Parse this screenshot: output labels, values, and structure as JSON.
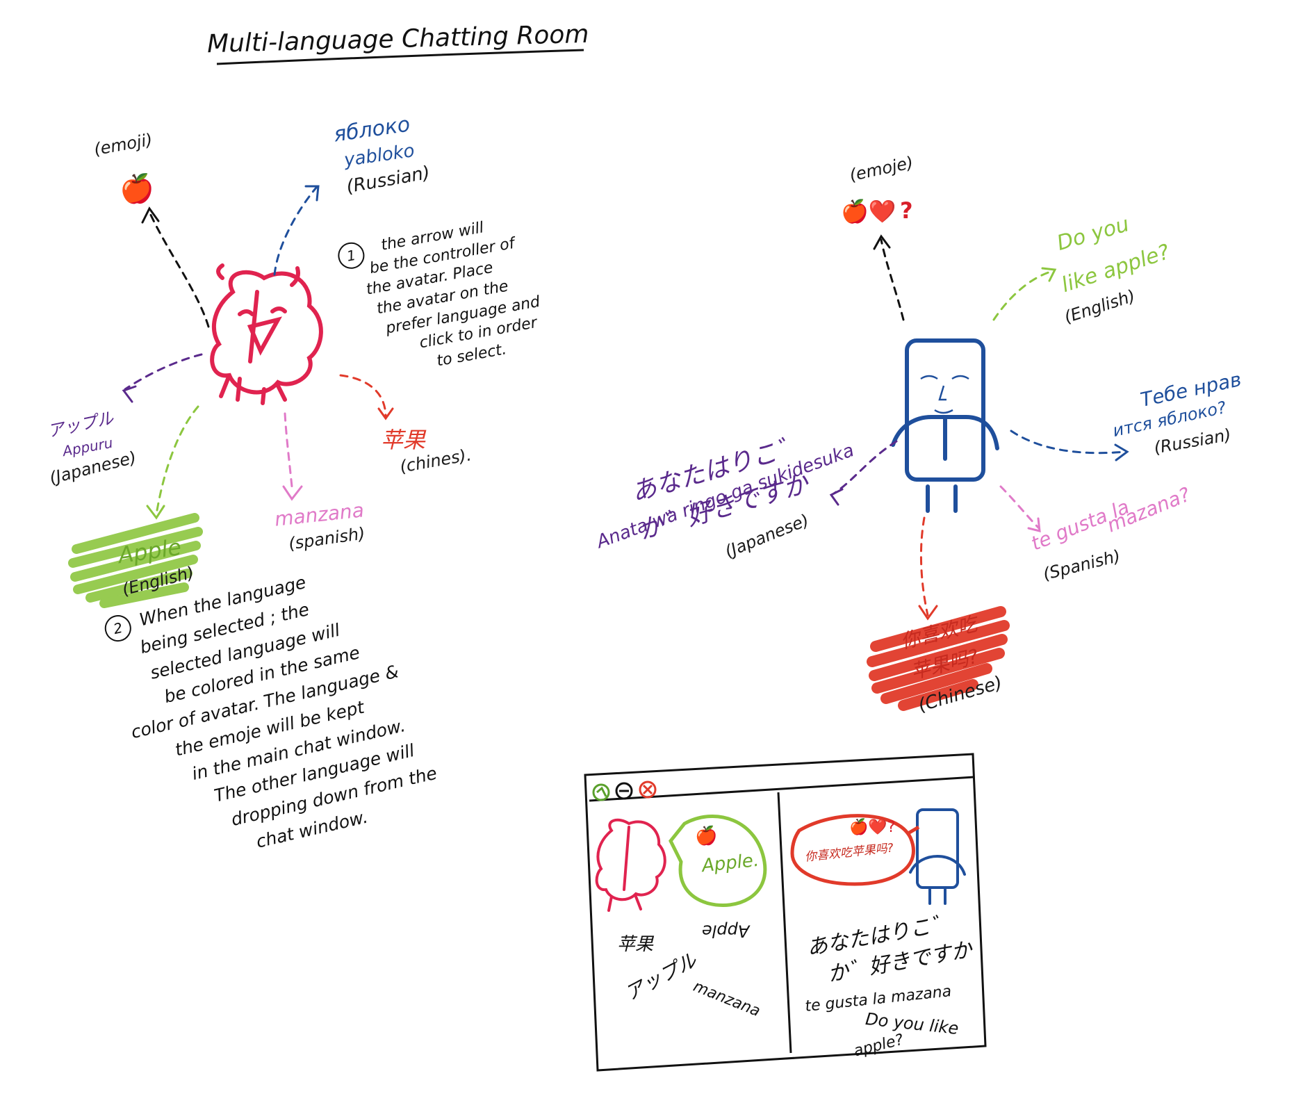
{
  "title": "Multi-language Chatting Room",
  "colors": {
    "ink": "#111111",
    "avatar_red": "#e0234f",
    "avatar_blue": "#1f4f9c",
    "english_green": "#8cc63f",
    "russian_blue": "#1f4f9c",
    "japanese_purple": "#5a2a8c",
    "spanish_pink": "#e07ac8",
    "chinese_red": "#e13a2a"
  },
  "left_diagram": {
    "emoji_label": "(emoji)",
    "emoji_glyph": "🍎",
    "russian": {
      "word": "яблоко",
      "romaji": "yabloko",
      "lang": "(Russian)"
    },
    "japanese": {
      "word": "アップル",
      "romaji": "Appuru",
      "lang": "(Japanese)"
    },
    "chinese": {
      "word": "苹果",
      "lang": "(chines)."
    },
    "spanish": {
      "word": "manzana",
      "lang": "(spanish)"
    },
    "english": {
      "word": "Apple",
      "lang": "(English)"
    }
  },
  "note1": {
    "marker": "1",
    "lines": [
      "the arrow will",
      "be the controller of",
      "the avatar. Place",
      "the avatar on the",
      "prefer language and",
      "click to in order",
      "to select."
    ]
  },
  "note2": {
    "marker": "2",
    "lines": [
      "When the language",
      "being selected ; the",
      "selected language will",
      "be colored in the same",
      "color of avatar. The language &",
      "the emoje will be kept",
      "in the main chat window.",
      "The other language will",
      "dropping down from the",
      "chat window."
    ]
  },
  "right_diagram": {
    "emoji_label": "(emoje)",
    "emoji_glyph": "🍎❤️",
    "emoji_q": "?",
    "english": {
      "line1": "Do you",
      "line2": "like apple?",
      "lang": "(English)"
    },
    "russian": {
      "line1": "Тебе нрав",
      "line2": "ится яблоко?",
      "lang": "(Russian)"
    },
    "japanese": {
      "line1": "あなたはりこ゛",
      "line2": "か゛好きですか",
      "romaji": "Anata wa ringo ga sukidesuka",
      "lang": "(Japanese)"
    },
    "spanish": {
      "line1": "te gusta la",
      "line2": "mazana?",
      "lang": "(Spanish)"
    },
    "chinese": {
      "line1": "你喜欢吃",
      "line2": "苹果吗?",
      "lang": "(Chinese)"
    }
  },
  "chat_window": {
    "left_bubble": {
      "emoji": "🍎",
      "word": "Apple."
    },
    "left_words": [
      "苹果",
      "Apple",
      "アップル",
      "manzana"
    ],
    "right_bubble": {
      "emoji": "🍎❤️?",
      "text": "你喜欢吃苹果吗?"
    },
    "right_words": [
      "あなたはりこ゛",
      "か゛好きですか",
      "te gusta la mazana",
      "Do you like",
      "apple?"
    ]
  }
}
